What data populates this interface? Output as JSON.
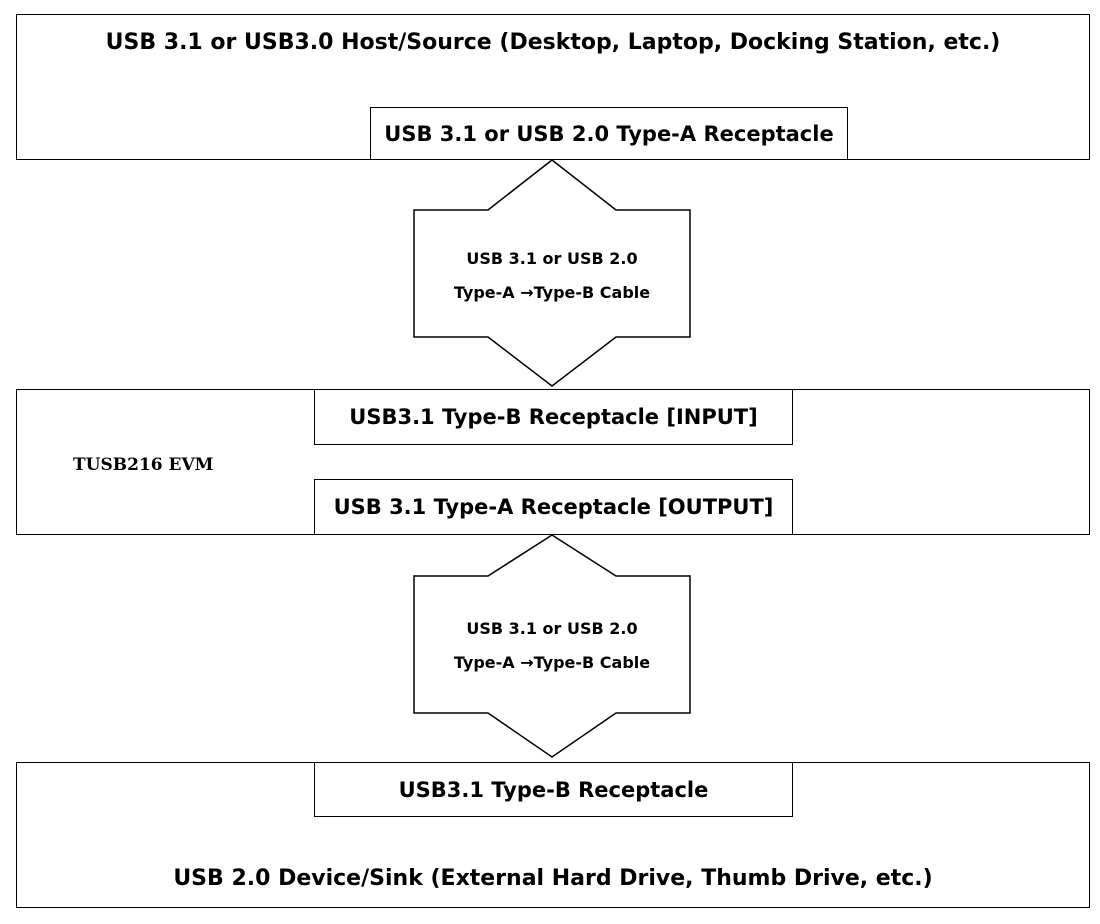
{
  "host": {
    "title": "USB 3.1 or USB3.0 Host/Source (Desktop, Laptop, Docking Station, etc.)",
    "receptacle": "USB 3.1 or USB 2.0 Type-A Receptacle"
  },
  "cable_upper": {
    "line1": "USB 3.1 or USB 2.0",
    "line2": "Type-A →Type-B Cable"
  },
  "evm": {
    "name": "TUSB216 EVM",
    "input_receptacle": "USB3.1 Type-B Receptacle [INPUT]",
    "output_receptacle": "USB 3.1 Type-A Receptacle [OUTPUT]"
  },
  "cable_lower": {
    "line1": "USB 3.1 or USB 2.0",
    "line2": "Type-A →Type-B Cable"
  },
  "device": {
    "receptacle": "USB3.1 Type-B Receptacle",
    "title": "USB 2.0 Device/Sink (External Hard Drive, Thumb Drive, etc.)"
  }
}
